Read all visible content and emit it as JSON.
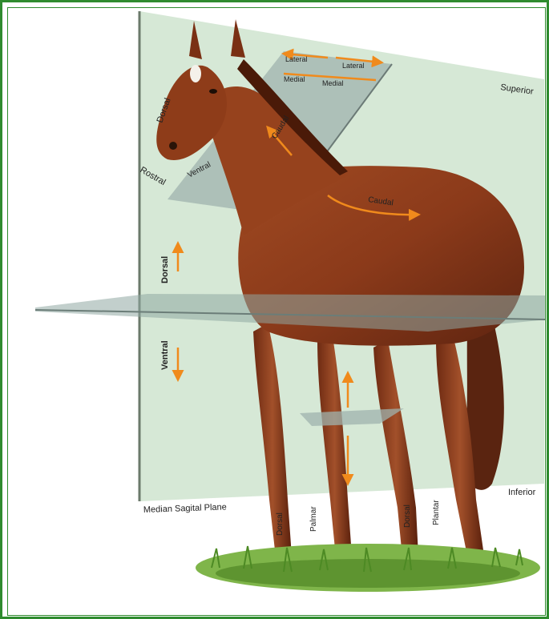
{
  "labels": {
    "superior": "Superior",
    "inferior": "Inferior",
    "median_sagittal_plane": "Median Sagital Plane",
    "dorsal_head": "Dorsal",
    "rostral": "Rostral",
    "ventral_head": "Ventral",
    "lateral_left": "Lateral",
    "lateral_right": "Lateral",
    "medial_left": "Medial",
    "medial_right": "Medial",
    "caudal_neck": "Caudal",
    "caudal_back": "Caudal",
    "dorsal_side": "Dorsal",
    "ventral_side": "Ventral",
    "dorsal_leg_front": "Dorsal",
    "palmar": "Palmar",
    "dorsal_leg_hind": "Dorsal",
    "plantar": "Plantar"
  },
  "colors": {
    "frame": "#2e8b2e",
    "sagittal_plane": "#c8e0c8",
    "transverse_plane": "#b7c9c2",
    "arrow": "#f08a1c",
    "horse": "#8b3a1a",
    "grass": "#6ea83a"
  },
  "icons": [
    "horse-illustration",
    "grass"
  ]
}
